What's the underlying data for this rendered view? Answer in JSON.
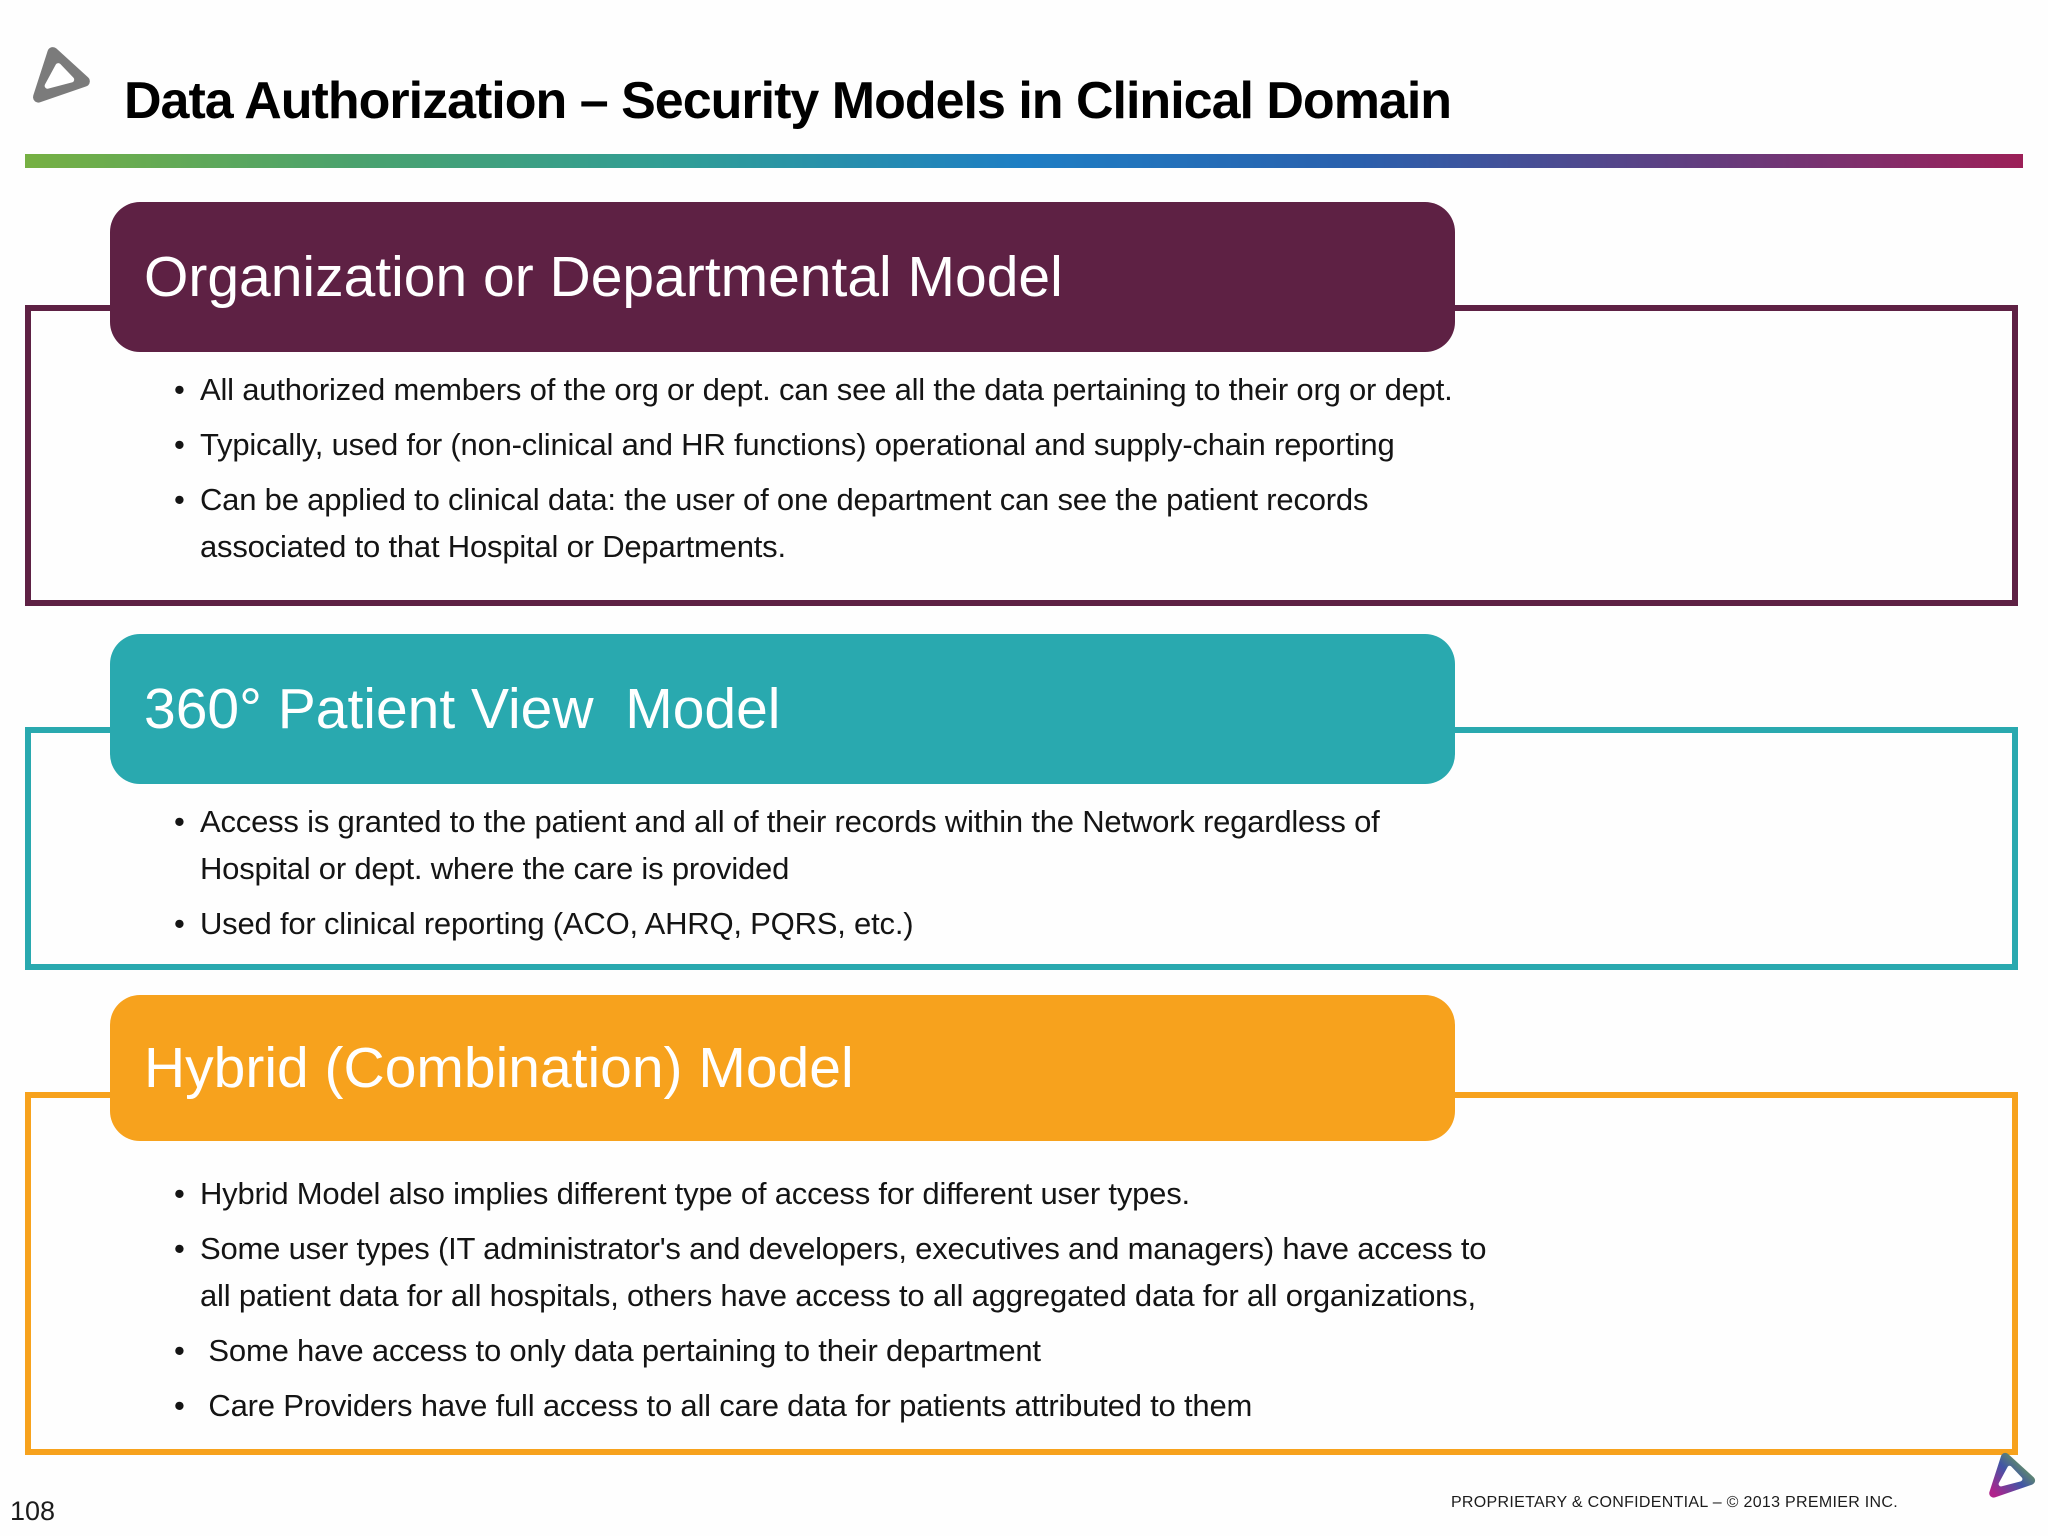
{
  "slide": {
    "title": "Data Authorization – Security Models in Clinical Domain",
    "page_number": "108",
    "footer_text": "PROPRIETARY & CONFIDENTIAL – © 2013 PREMIER INC."
  },
  "colors": {
    "logo_gray": "#7b7b7b",
    "title_text": "#000000",
    "header_text": "#ffffff",
    "body_text": "#141414",
    "divider_gradient": [
      "#76b043",
      "#4aa26e",
      "#2f9d98",
      "#1e7ec4",
      "#2a60ad",
      "#613e80",
      "#9c2058"
    ],
    "footer_logo_gradient": [
      "#b0228c",
      "#4156a6",
      "#76b043"
    ]
  },
  "sections": [
    {
      "heading": "Organization or Departmental Model",
      "accent_color": "#5e2144",
      "bullets": [
        "All authorized members of the org or dept. can see all the data pertaining to their org or dept.",
        "Typically, used for (non-clinical and HR functions) operational and supply-chain reporting",
        "Can be applied to clinical data: the user of one department can see the patient records\nassociated to that Hospital or Departments."
      ]
    },
    {
      "heading": "360° Patient View  Model",
      "accent_color": "#29a9af",
      "bullets": [
        "Access is granted to the patient and all of their records within the Network regardless of\nHospital or dept. where the care is provided",
        "Used for clinical reporting (ACO, AHRQ, PQRS, etc.)"
      ]
    },
    {
      "heading": "Hybrid (Combination) Model",
      "accent_color": "#f7a21d",
      "bullets": [
        "Hybrid Model also implies different type of access for different user types.",
        "Some user types (IT administrator's and developers, executives and managers) have access to\nall patient data for all hospitals, others have access to all aggregated data for all organizations,",
        " Some have access to only data pertaining to their department",
        " Care Providers have full access to all care data for patients attributed to them"
      ]
    }
  ]
}
